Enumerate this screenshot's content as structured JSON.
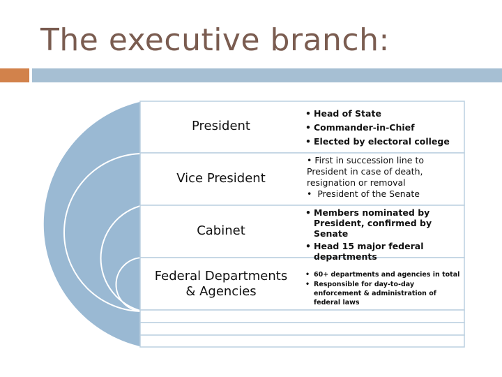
{
  "slide": {
    "title": "The executive branch:",
    "colors": {
      "title": "#7a5c50",
      "accent": "#d2824b",
      "rule": "#a6bfd3",
      "arc_fill": "#9ab9d3",
      "arc_line": "#ffffff",
      "table_border": "#bcd0e0"
    }
  },
  "diagram": {
    "rows": [
      {
        "label": "President",
        "bullets": [
          "Head of State",
          "Commander-in-Chief",
          "Elected by electoral college"
        ]
      },
      {
        "label": "Vice President",
        "bullets": [
          "First in succession line to President in case of death, resignation or removal",
          "President of the Senate"
        ]
      },
      {
        "label": "Cabinet",
        "bullets": [
          "Members nominated by President, confirmed by Senate",
          "Head 15 major federal departments"
        ]
      },
      {
        "label": "Federal Departments & Agencies",
        "bullets": [
          "60+ departments and agencies in total",
          "Responsible for day-to-day enforcement & administration of federal laws"
        ]
      }
    ]
  }
}
